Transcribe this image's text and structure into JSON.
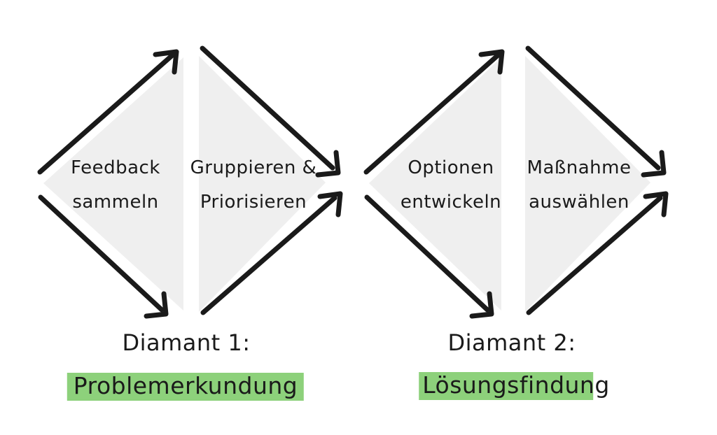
{
  "colors": {
    "ink": "#1a1a1a",
    "triangle_fill": "#efefef",
    "highlight_green": "#8dd17b",
    "background": "#ffffff"
  },
  "diagram": {
    "diamonds": [
      {
        "phase1": {
          "line1": "Feedback",
          "line2": "sammeln"
        },
        "phase2": {
          "line1": "Gruppieren &",
          "line2": "Priorisieren"
        },
        "caption_title": "Diamant 1:",
        "caption_label": "Problemerkundung"
      },
      {
        "phase1": {
          "line1": "Optionen",
          "line2": "entwickeln"
        },
        "phase2": {
          "line1": "Maßnahme",
          "line2": "auswählen"
        },
        "caption_title": "Diamant 2:",
        "caption_label": "Lösungsfindung"
      }
    ]
  }
}
